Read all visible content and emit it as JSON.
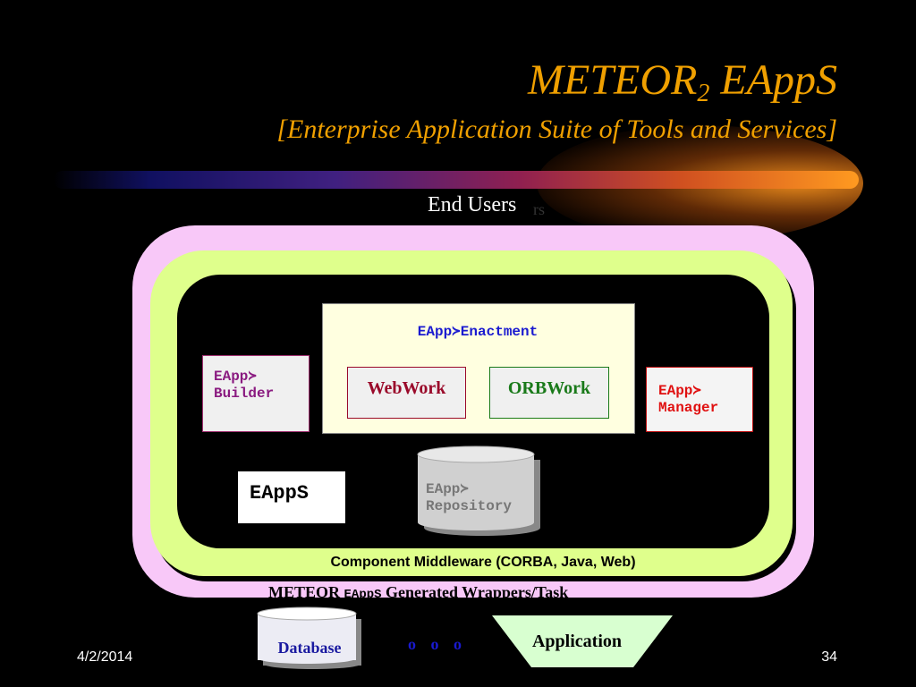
{
  "title": {
    "main": "METEOR",
    "sub": "2",
    "rest": " EAppS"
  },
  "subtitle": "[Enterprise Application Suite of Tools and Services]",
  "end_users": "End Users",
  "ghost_text": "rs",
  "enactment_label": "EApp≻Enactment",
  "webwork_label": "WebWork",
  "orbwork_label": "ORBWork",
  "builder_label": [
    "EApp≻",
    "Builder"
  ],
  "manager_label": [
    "EApp≻",
    "Manager"
  ],
  "eapps_label": "EAppS",
  "repository_label": [
    "EApp≻",
    "Repository"
  ],
  "middleware_label": "Component Middleware (CORBA, Java, Web)",
  "wrappers": {
    "prefix": "METEOR ",
    "mono": "EAppS",
    "suffix": " Generated Wrappers/Task"
  },
  "database_label": "Database",
  "dots": "o o o",
  "application_label": "Application",
  "footer": {
    "date": "4/2/2014",
    "page": "34"
  },
  "colors": {
    "title": "#f0a000",
    "accent_blue": "#1a1ad0",
    "pink": "#f8c8f8",
    "green": "#dfff8c",
    "app_green": "#d8ffd0"
  }
}
